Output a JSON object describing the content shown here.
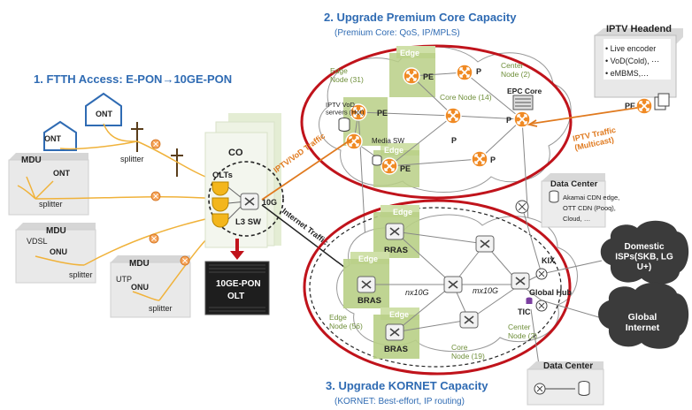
{
  "sections": {
    "ftth": "1. FTTH Access: E-PON→10GE-PON",
    "premium_title": "2. Upgrade Premium Core Capacity",
    "premium_sub": "(Premium Core: QoS, IP/MPLS)",
    "kornet_title": "3. Upgrade KORNET Capacity",
    "kornet_sub": "(KORNET: Best-effort, IP routing)"
  },
  "access": {
    "ont1": "ONT",
    "ont2": "ONT",
    "splitter_top": "splitter",
    "mdu1": "MDU",
    "mdu1_ont": "ONT",
    "mdu1_splitter": "splitter",
    "mdu2": "MDU",
    "mdu2_vdsl": "VDSL",
    "mdu2_onu": "ONU",
    "mdu2_splitter": "splitter",
    "mdu3": "MDU",
    "mdu3_utp": "UTP",
    "mdu3_onu": "ONU",
    "mdu3_splitter": "splitter"
  },
  "co": {
    "title": "CO",
    "olts": "OLTs",
    "l3sw": "L3 SW",
    "link": "10G",
    "olt_box_line1": "10GE-PON",
    "olt_box_line2": "OLT",
    "iptv_traffic": "IPTV/VoD Traffic",
    "internet_traffic": "Internet Traffic"
  },
  "premium": {
    "edge_top": "Edge",
    "edge_node": "Edge\nNode (31)",
    "pe1": "PE",
    "p_top": "P",
    "center_node": "Center\nNode (2)",
    "iptv_vod": "IPTV VoD\nservers (Hot)",
    "pe2": "PE",
    "core_node": "Core Node (14)",
    "epc_core": "EPC Core",
    "p_right": "P",
    "media_sw": "Media SW",
    "p_mid": "P",
    "edge_bottom": "Edge",
    "pe3": "PE",
    "p_bottom": "P"
  },
  "iptv": {
    "headend": "IPTV Headend",
    "items": [
      "Live encoder",
      "VoD(Cold), ⋯",
      "eMBMS,…"
    ],
    "pe": "PE",
    "traffic": "IPTV Traffic\n(Multicast)"
  },
  "dc_top": {
    "title": "Data Center",
    "items": [
      "Akamai CDN edge,",
      "OTT CDN (Pooq),",
      "Cloud, …"
    ]
  },
  "domestic": "Domestic\nISPs(SKB, LG\nU+)",
  "global_internet": "Global\nInternet",
  "kornet": {
    "edge1": "Edge",
    "bras1": "BRAS",
    "edge2": "Edge",
    "bras2": "BRAS",
    "edge_node": "Edge\nNode (56)",
    "edge3": "Edge",
    "bras3": "BRAS",
    "nx10g": "nx10G",
    "mx10g": "mx10G",
    "kix": "KIX",
    "global_hub": "Global Hub",
    "tic": "TIC",
    "center_node": "Center\nNode (2)",
    "core_node": "Core\nNode (19)"
  },
  "dc_bottom": {
    "title": "Data Center"
  },
  "colors": {
    "accent_blue": "#2f6bb3",
    "traffic_orange": "#e07a1f",
    "ring_red": "#c0131b",
    "router_orange": "#f08a24",
    "edge_green": "#b8cf86"
  }
}
